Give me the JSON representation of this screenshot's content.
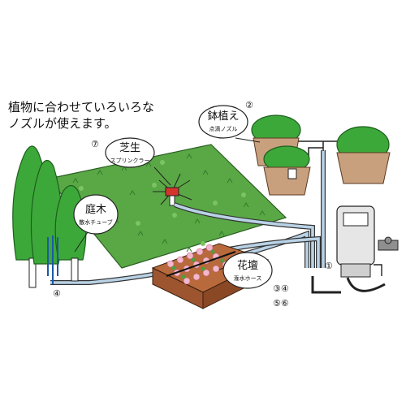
{
  "intro": {
    "line1": "植物に合わせていろいろな",
    "line2": "ノズルが使えます。"
  },
  "callouts": {
    "lawn": {
      "title": "芝生",
      "sub": "スプリンクラー",
      "num": "⑦"
    },
    "pot": {
      "title": "鉢植え",
      "sub": "点滴ノズル",
      "num": "②"
    },
    "tree": {
      "title": "庭木",
      "sub": "散水チューブ",
      "num": "④"
    },
    "bed": {
      "title": "花壇",
      "sub": "潅水ホース",
      "num1": "③④",
      "num2": "⑤⑥"
    },
    "timer": {
      "num": "①"
    }
  },
  "colors": {
    "lawn": "#5aa845",
    "foliage": "#3da83a",
    "pot": "#c9a07e",
    "pipe": "#b9d2e6",
    "red": "#d4352b"
  }
}
